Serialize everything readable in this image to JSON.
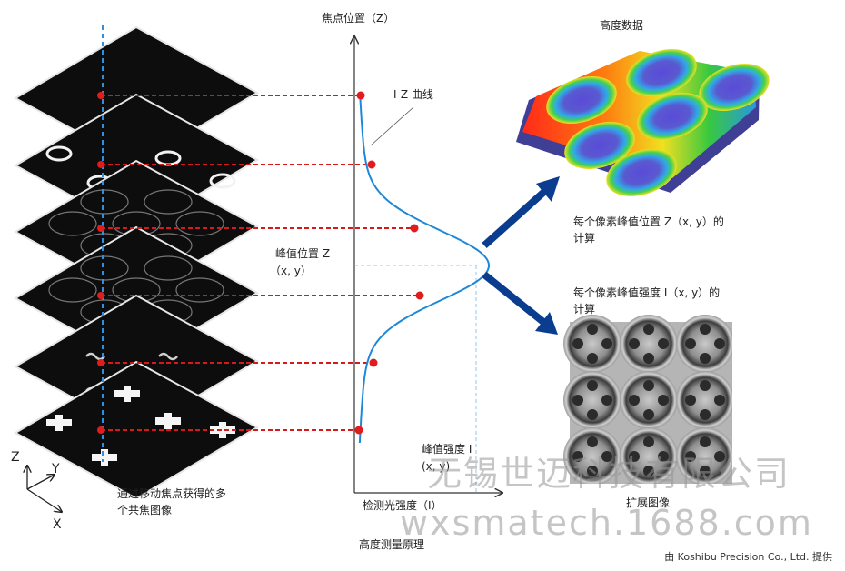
{
  "labels": {
    "axis_z": "焦点位置（Z）",
    "axis_i": "检测光强度（I）",
    "iz_curve": "I-Z 曲线",
    "peak_z_line1": "峰值位置 Z",
    "peak_z_line2": "（x, y）",
    "peak_i_line1": "峰值强度 I",
    "peak_i_line2": "(x, y)",
    "stack_caption_line1": "通过移动焦点获得的多",
    "stack_caption_line2": "个共焦图像",
    "principle": "高度测量原理",
    "height_data": "高度数据",
    "calc_z_line1": "每个像素峰值位置 Z（x, y）的",
    "calc_z_line2": "计算",
    "calc_i_line1": "每个像素峰值强度 I（x, y）的",
    "calc_i_line2": "计算",
    "extended_image": "扩展图像",
    "coord_x": "X",
    "coord_y": "Y",
    "coord_z": "Z"
  },
  "watermarks": {
    "cn": "无锡世迈科技有限公司",
    "url": "wxsmatech.1688.com"
  },
  "credit": "由 Koshibu Precision Co., Ltd. 提供",
  "colors": {
    "curve": "#1e88d8",
    "marker": "#e01c1c",
    "dash_red": "#d61a1a",
    "dash_blue": "#2f8fe0",
    "arrow": "#0a3d8f"
  }
}
